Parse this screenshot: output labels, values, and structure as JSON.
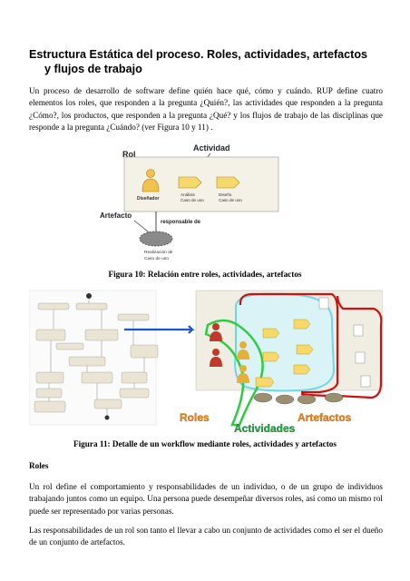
{
  "heading": {
    "line1": "Estructura Estática del proceso. Roles, actividades, artefactos",
    "line2": "y flujos de trabajo"
  },
  "intro": "Un proceso de desarrollo de software define quién hace qué, cómo y cuándo. RUP define cuatro elementos los roles, que responden a la pregunta ¿Quién?, las actividades que responden a la pregunta ¿Cómo?, los productos, que responden a la pregunta ¿Qué? y los flujos de trabajo de las disciplinas que responde a la pregunta ¿Cuándo? (ver Figura 10 y 11) .",
  "figure10": {
    "rol": "Rol",
    "actividad": "Actividad",
    "artefacto": "Artefacto",
    "responsable": "responsable de",
    "role_name": "Diseñador",
    "act1_line1": "Análisis",
    "act1_line2": "Caso de uso",
    "act2_line1": "Diseño",
    "act2_line2": "Caso de uso",
    "artifact_line1": "Realización de",
    "artifact_line2": "Caso de uso",
    "caption": "Figura 10: Relación entre roles, actividades, artefactos"
  },
  "figure11": {
    "roles_label": "Roles",
    "actividades_label": "Actividades",
    "artefactos_label": "Artefactos",
    "caption": "Figura 11: Detalle de un workflow mediante roles, actividades y artefactos"
  },
  "section_roles": {
    "title": "Roles",
    "p1": "Un rol define el comportamiento y responsabilidades de un individuo, o de un grupo de individuos trabajando juntos como un equipo. Una persona puede desempeñar diversos roles, así como un mismo rol puede ser representado por varias personas.",
    "p2": "Las responsabilidades de un rol son tanto el llevar a cabo un conjunto de actividades como el ser el dueño de un conjunto de artefactos."
  },
  "colors": {
    "role_red": "#c0392b",
    "activity_yellow": "#f7e08a",
    "green": "#2ecc40",
    "blue": "#1a56c8",
    "cyan": "#6fd6e8",
    "label_orange": "#f08a1c",
    "label_green": "#27a844"
  }
}
